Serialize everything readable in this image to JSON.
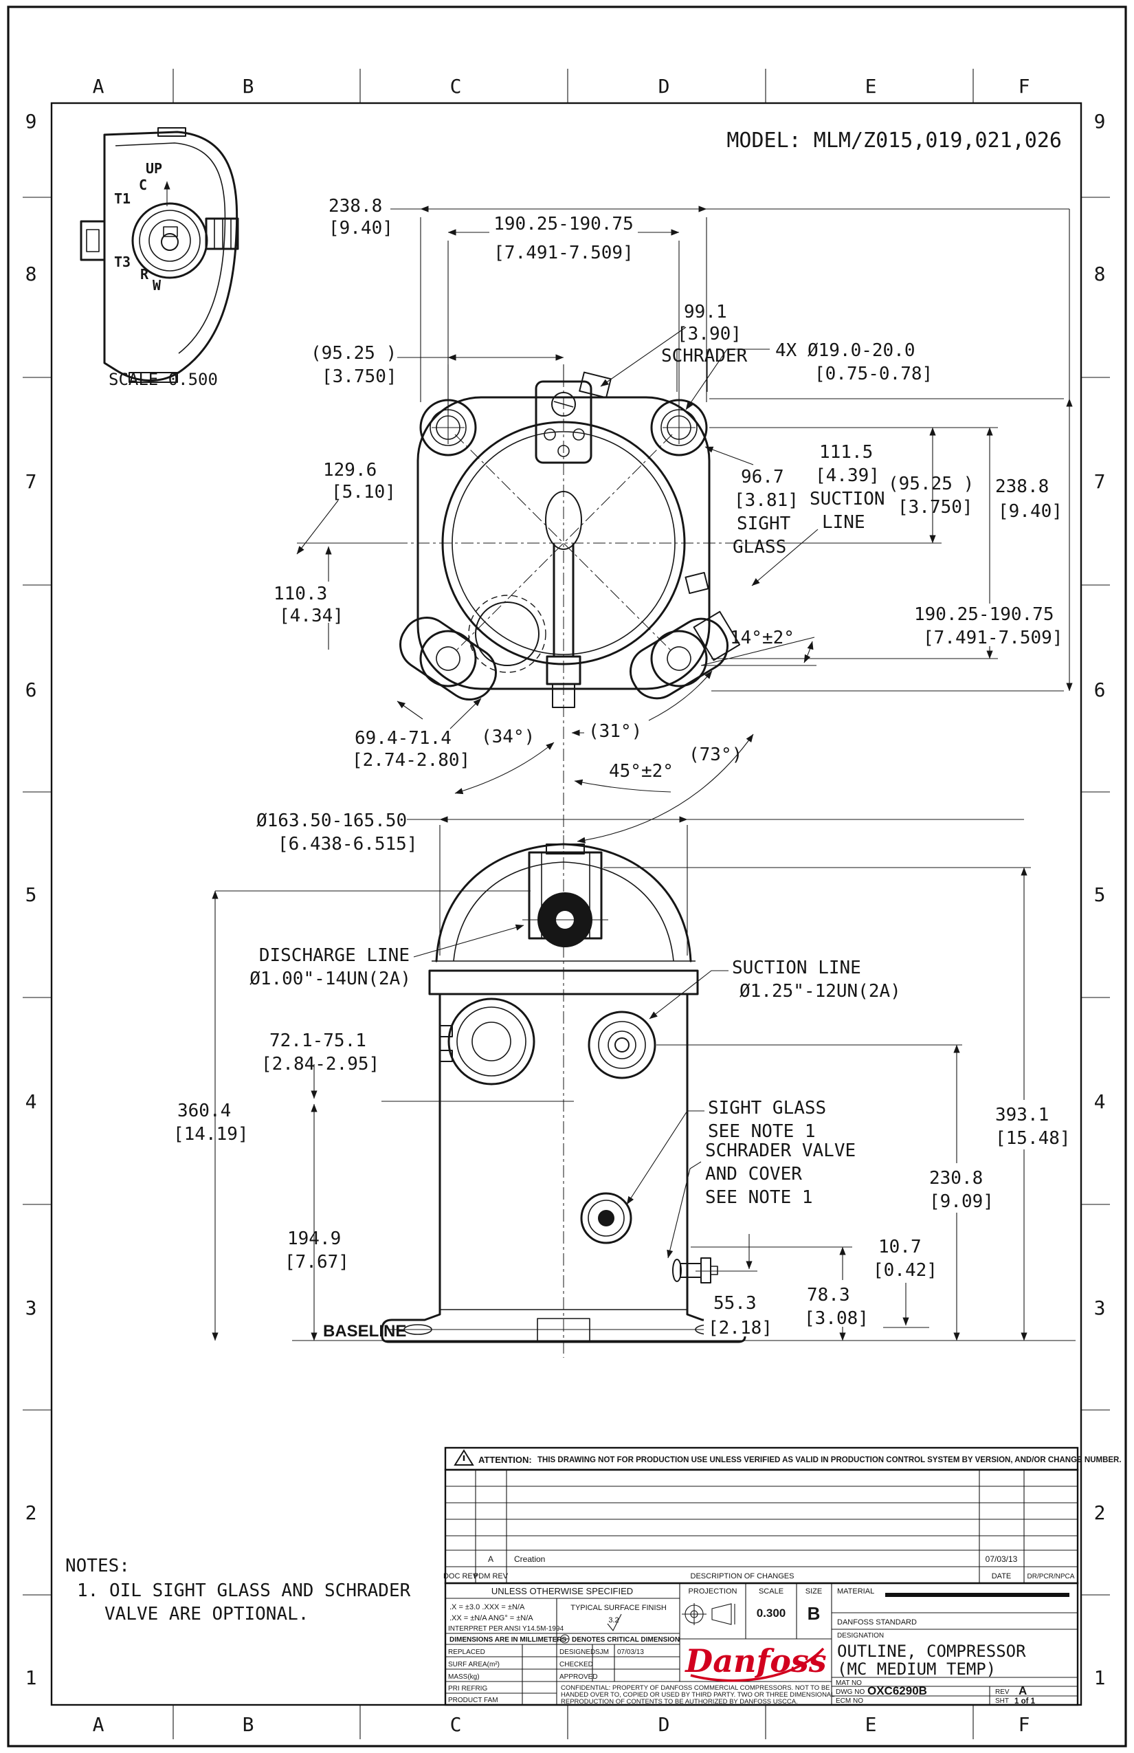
{
  "drawing": {
    "model": "MODEL: MLM/Z015,019,021,026",
    "zones": {
      "cols": [
        "A",
        "B",
        "C",
        "D",
        "E",
        "F"
      ],
      "rows": [
        "9",
        "8",
        "7",
        "6",
        "5",
        "4",
        "3",
        "2",
        "1"
      ]
    },
    "detail_view": {
      "scale": "SCALE  0.500",
      "labels": {
        "up": "UP",
        "c": "C",
        "t1": "T1",
        "t3": "T3",
        "r": "R",
        "w": "W"
      }
    },
    "top_view": {
      "dims": {
        "width_mm": "238.8",
        "width_in": "[9.40]",
        "bolt_span_mm": "190.25-190.75",
        "bolt_span_in": "[7.491-7.509]",
        "schrader_mm": "99.1",
        "schrader_in": "[3.90]",
        "schrader_label": "SCHRADER",
        "holes": "4X Ø19.0-20.0",
        "holes_in": "[0.75-0.78]",
        "half_span_mm": "(95.25  )",
        "half_span_in": "[3.750]",
        "dim129_mm": "129.6",
        "dim129_in": "[5.10]",
        "dim110_mm": "110.3",
        "dim110_in": "[4.34]",
        "dim69_mm": "69.4-71.4",
        "dim69_in": "[2.74-2.80]",
        "ang34": "(34°)",
        "ang31": "(31°)",
        "ang45": "45°±2°",
        "ang73": "(73°)",
        "ang14": "14°±2°",
        "suction_mm": "111.5",
        "suction_in": "[4.39]",
        "suction_l1": "SUCTION",
        "suction_l2": "LINE",
        "sight_mm": "96.7",
        "sight_in": "[3.81]",
        "sight_l1": "SIGHT",
        "sight_l2": "GLASS",
        "half_span_r_mm": "(95.25  )",
        "half_span_r_in": "[3.750]",
        "height_mm": "238.8",
        "height_in": "[9.40]",
        "bolt_span_r_mm": "190.25-190.75",
        "bolt_span_r_in": "[7.491-7.509]"
      }
    },
    "side_view": {
      "dims": {
        "diameter_mm": "Ø163.50-165.50",
        "diameter_in": "[6.438-6.515]",
        "discharge_l1": "DISCHARGE LINE",
        "discharge_l2": "Ø1.00\"-14UN(2A)",
        "suction_l1": "SUCTION LINE",
        "suction_l2": "Ø1.25\"-12UN(2A)",
        "dim72_mm": "72.1-75.1",
        "dim72_in": "[2.84-2.95]",
        "dim360_mm": "360.4",
        "dim360_in": "[14.19]",
        "sight_l1": "SIGHT GLASS",
        "sight_l2": "SEE NOTE 1",
        "schrader_l1": "SCHRADER VALVE",
        "schrader_l2": "AND COVER",
        "schrader_l3": "SEE NOTE 1",
        "dim393_mm": "393.1",
        "dim393_in": "[15.48]",
        "dim230_mm": "230.8",
        "dim230_in": "[9.09]",
        "dim10_mm": "10.7",
        "dim10_in": "[0.42]",
        "dim194_mm": "194.9",
        "dim194_in": "[7.67]",
        "dim55_mm": "55.3",
        "dim55_in": "[2.18]",
        "dim78_mm": "78.3",
        "dim78_in": "[3.08]",
        "baseline": "BASELINE"
      }
    },
    "notes": {
      "title": "NOTES:",
      "line1": "1. OIL SIGHT GLASS AND SCHRADER",
      "line2": "VALVE ARE OPTIONAL."
    },
    "attention": {
      "label": "ATTENTION:",
      "text": "THIS DRAWING NOT FOR PRODUCTION USE UNLESS VERIFIED AS VALID IN PRODUCTION CONTROL SYSTEM BY VERSION, AND/OR CHANGE NUMBER."
    },
    "revisions": {
      "headers": {
        "doc": "DOC REV",
        "pdm": "PDM REV",
        "desc": "DESCRIPTION OF CHANGES",
        "date": "DATE",
        "dr": "DR/PCR/NPCA"
      },
      "row": {
        "pdm": "A",
        "desc": "Creation",
        "date": "07/03/13"
      }
    },
    "title_block": {
      "unless": "UNLESS OTHERWISE SPECIFIED",
      "tol1": ".X = ±3.0   .XXX = ±N/A",
      "tol2": ".XX = ±N/A  ANG° = ±N/A",
      "interpret": "INTERPRET PER ANSI Y14.5M-1994",
      "surface1": "TYPICAL SURFACE FINISH",
      "surface2": "3.2",
      "dims_note": "DIMENSIONS ARE IN MILLIMETERS",
      "critical_note": "DENOTES CRITICAL DIMENSION",
      "projection": "PROJECTION",
      "scale_label": "SCALE",
      "scale_value": "0.300",
      "size_label": "SIZE",
      "size_value": "B",
      "material": "MATERIAL",
      "standard": "DANFOSS STANDARD",
      "designation_label": "DESIGNATION",
      "designation1": "OUTLINE, COMPRESSOR",
      "designation2": "(MC MEDIUM TEMP)",
      "replaced": "REPLACED",
      "designed": "DESIGNED",
      "designer": "SJM",
      "design_date": "07/03/13",
      "surf_area": "SURF AREA(m²)",
      "checked": "CHECKED",
      "mass": "MASS(kg)",
      "approved": "APPROVED",
      "pri_refrig": "PRI REFRIG",
      "product_fam": "PRODUCT FAM",
      "confidential1": "CONFIDENTIAL: PROPERTY OF DANFOSS COMMERCIAL COMPRESSORS. NOT TO BE",
      "confidential2": "HANDED OVER TO, COPIED OR USED BY THIRD PARTY. TWO OR THREE DIMENSIONAL",
      "confidential3": "REPRODUCTION OF CONTENTS TO BE AUTHORIZED BY DANFOSS USCCA.",
      "mat_no": "MAT NO",
      "dwg_no_label": "DWG NO",
      "dwg_no": "OXC6290B",
      "rev_label": "REV",
      "rev": "A",
      "ecm_label": "ECM NO",
      "sht_label": "SHT",
      "sht": "1 of 1",
      "logo": "Danfoss",
      "danfoss_red": "#d2001e"
    }
  }
}
